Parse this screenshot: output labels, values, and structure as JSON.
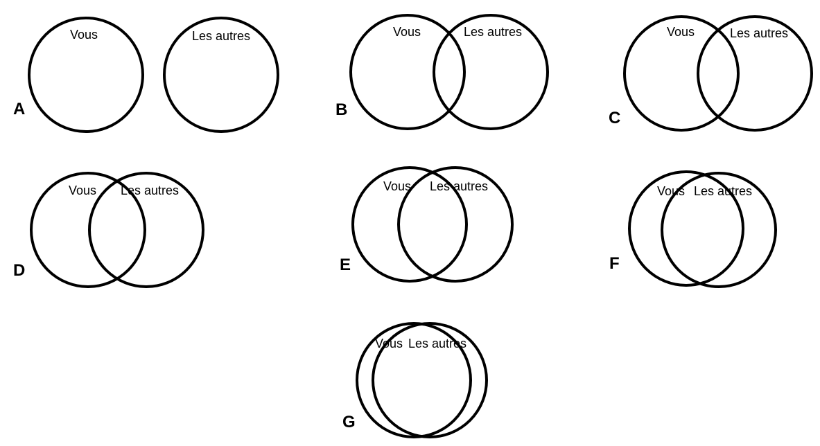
{
  "labels": {
    "you": "Vous",
    "others": "Les autres"
  },
  "options": [
    {
      "letter": "A"
    },
    {
      "letter": "B"
    },
    {
      "letter": "C"
    },
    {
      "letter": "D"
    },
    {
      "letter": "E"
    },
    {
      "letter": "F"
    },
    {
      "letter": "G"
    }
  ],
  "colors": {
    "stroke": "#000000",
    "background": "#ffffff"
  }
}
